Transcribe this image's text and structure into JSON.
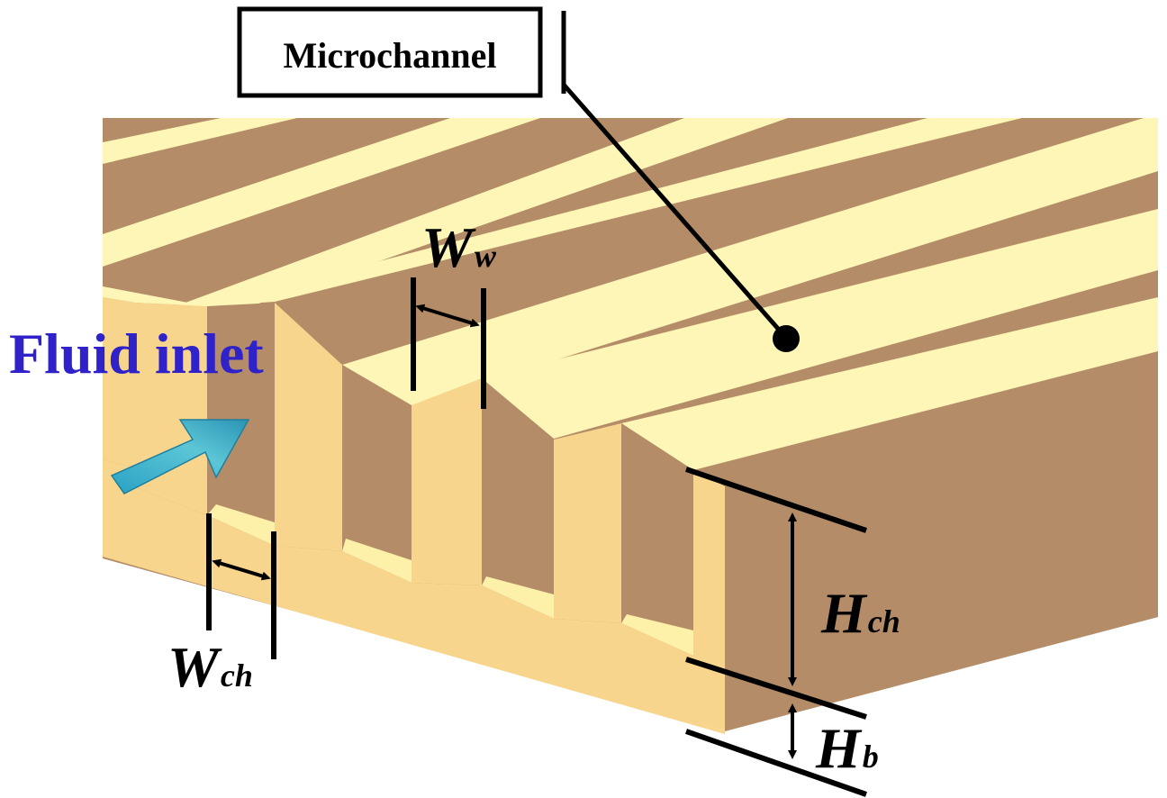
{
  "callout": {
    "label": "Microchannel"
  },
  "inlet": {
    "label": "Fluid inlet"
  },
  "dimensions": {
    "wall_width": {
      "main": "W",
      "sub": "w"
    },
    "channel_width": {
      "main": "W",
      "sub": "ch"
    },
    "channel_height": {
      "main": "H",
      "sub": "ch"
    },
    "base_height": {
      "main": "H",
      "sub": "b"
    }
  },
  "colors": {
    "fin_top": "#fdf6b6",
    "fin_front": "#f7d58c",
    "fin_side": "#b48c68",
    "arrow": "#3fb2c8",
    "inlet_text": "#2f22c8"
  },
  "icons": {
    "inlet_arrow": "arrow-right-icon",
    "callout_dot": "dot-icon"
  }
}
